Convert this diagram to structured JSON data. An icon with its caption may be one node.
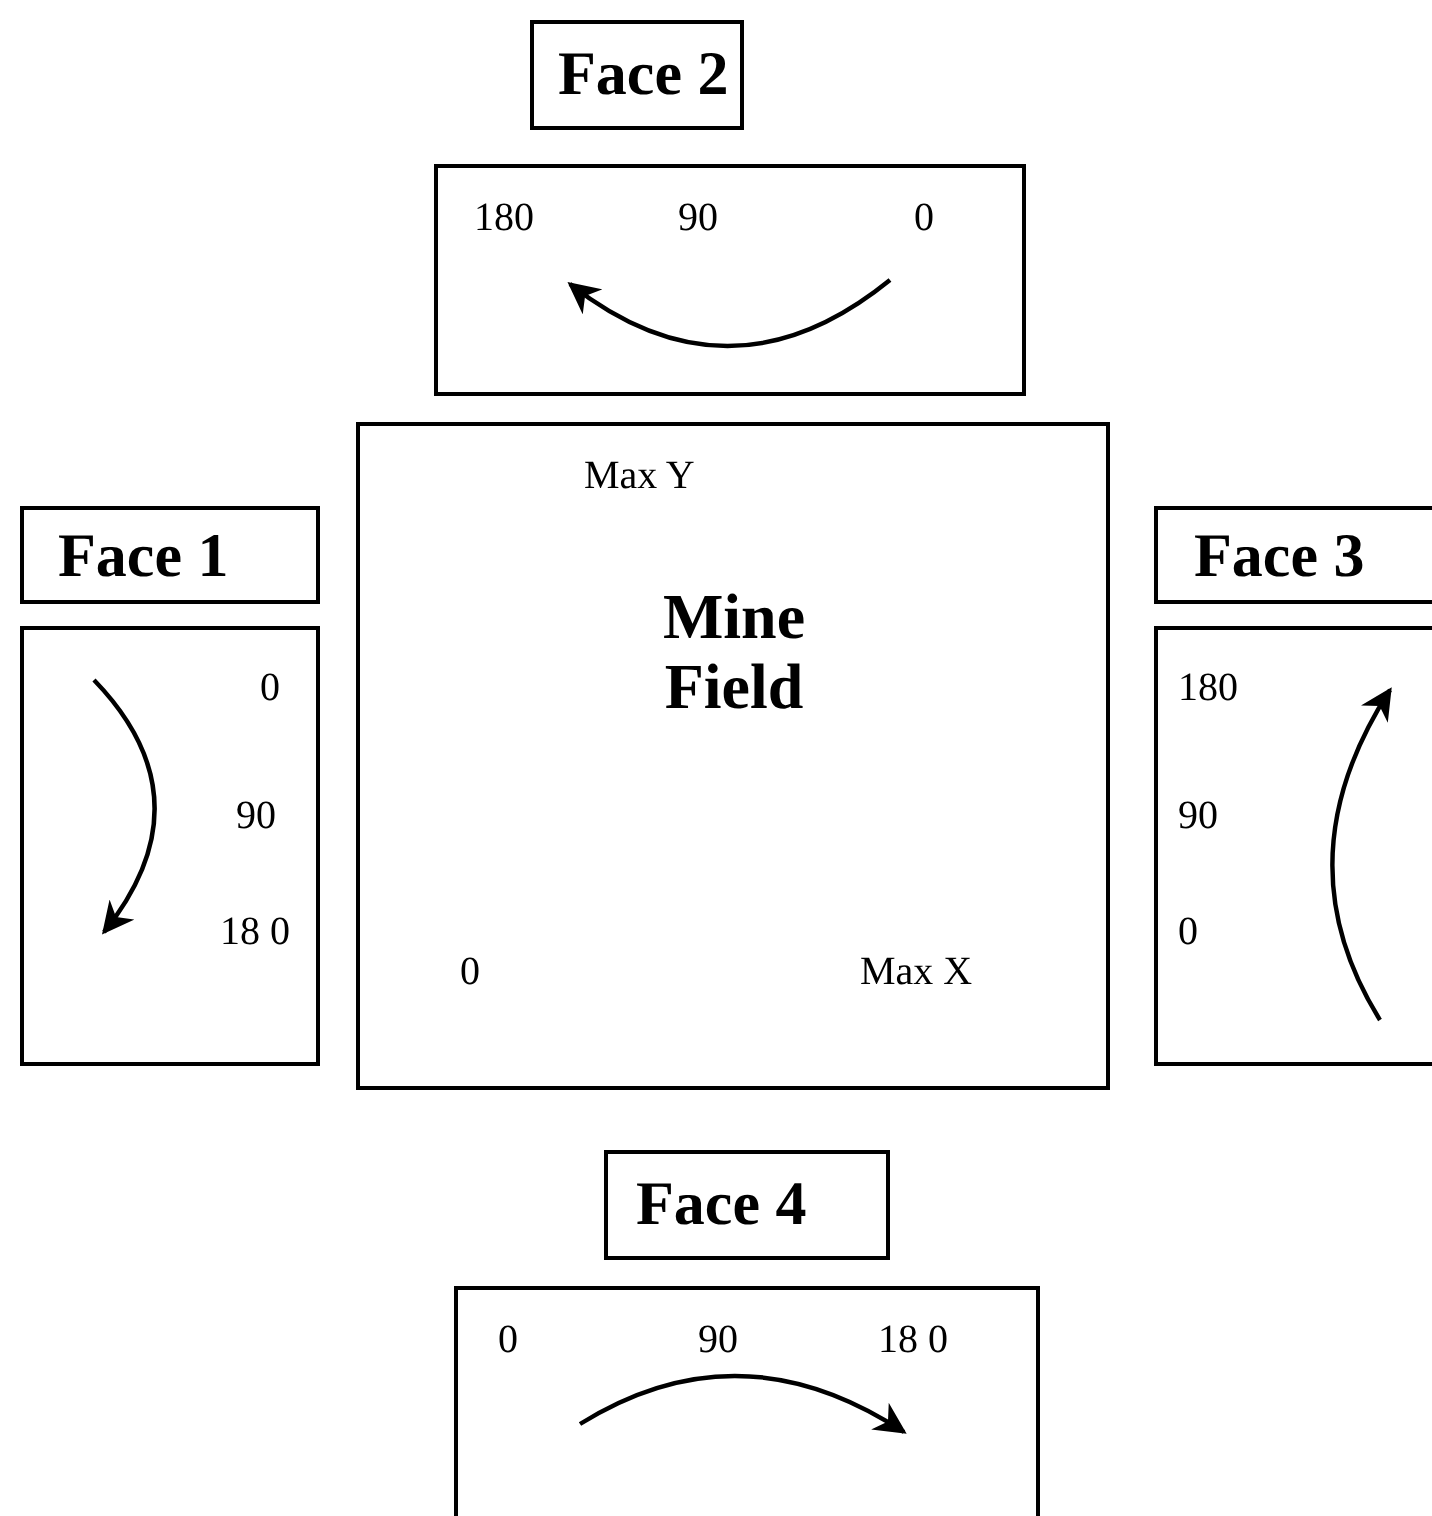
{
  "diagram": {
    "nodes": [
      {
        "text": [
          "Face 2"
        ]
      },
      {
        "text": [
          "180",
          "90",
          "0"
        ]
      },
      {
        "text": [
          "Face 1"
        ]
      },
      {
        "text": [
          "Max Y",
          "Mine Field",
          "0",
          "Max X"
        ]
      },
      {
        "text": [
          "Face 3"
        ]
      },
      {
        "text": [
          "0",
          "90",
          "18 0"
        ]
      },
      {
        "text": [
          "180",
          "90",
          "0"
        ]
      },
      {
        "text": [
          "Face 4"
        ]
      },
      {
        "text": [
          "0",
          "90",
          "18 0"
        ]
      }
    ],
    "edges": []
  }
}
